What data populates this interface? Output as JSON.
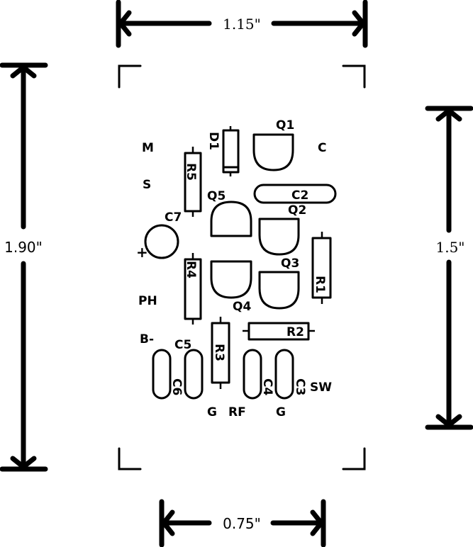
{
  "dimensions": {
    "top_width": "1.15\"",
    "left_height": "1.90\"",
    "right_height": "1.5\"",
    "bottom_width": "0.75\""
  },
  "pads": {
    "m": "M",
    "s": "S",
    "c": "C",
    "ph": "PH",
    "b_minus": "B-",
    "g_left": "G",
    "rf": "RF",
    "g_right": "G",
    "sw": "SW",
    "plus": "+"
  },
  "components": {
    "d1": "D1",
    "q1": "Q1",
    "q2": "Q2",
    "q3": "Q3",
    "q4": "Q4",
    "q5": "Q5",
    "r1": "R1",
    "r2": "R2",
    "r3": "R3",
    "r4": "R4",
    "r5": "R5",
    "c2": "C2",
    "c3": "C3",
    "c4": "C4",
    "c5": "C5",
    "c6": "C6",
    "c7": "C7"
  }
}
